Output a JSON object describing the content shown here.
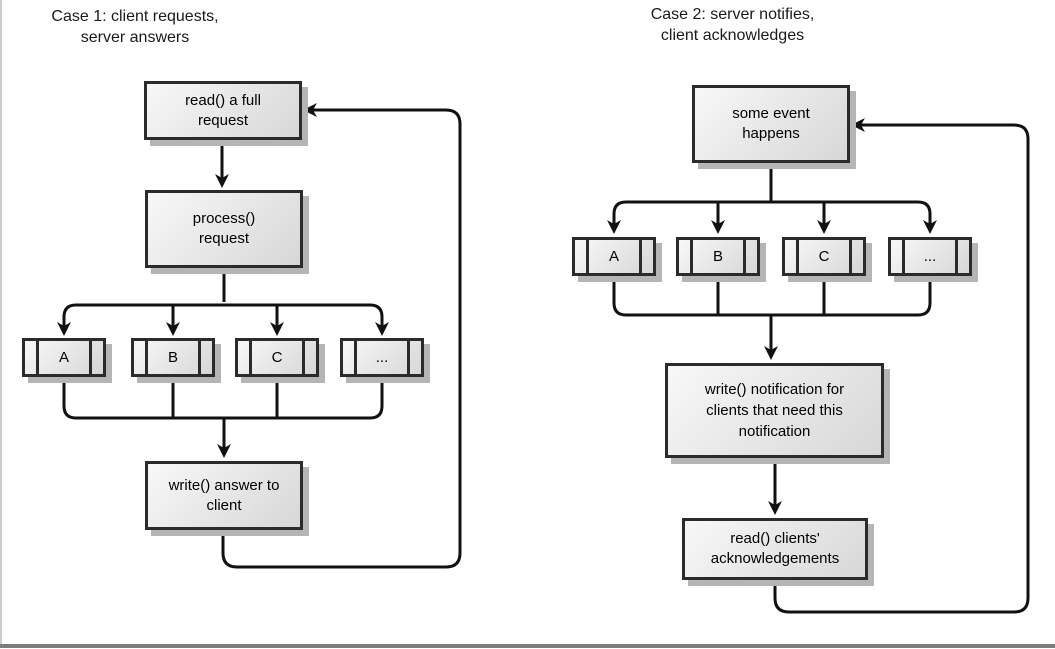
{
  "case1": {
    "title": [
      "Case 1: client requests,",
      "server answers"
    ],
    "read_box": [
      "read() a full",
      "request"
    ],
    "process_box": [
      "process()",
      "request"
    ],
    "handlers": [
      "A",
      "B",
      "C",
      "..."
    ],
    "write_box": [
      "write() answer to",
      "client"
    ]
  },
  "case2": {
    "title": [
      "Case 2: server notifies,",
      "client acknowledges"
    ],
    "event_box": [
      "some event",
      "happens"
    ],
    "handlers": [
      "A",
      "B",
      "C",
      "..."
    ],
    "write_box": [
      "write() notification for",
      "clients that need this",
      "notification"
    ],
    "read_box": [
      "read() clients'",
      "acknowledgements"
    ]
  },
  "colors": {
    "box_border": "#2b2b2b",
    "box_fill_light": "#f8f8f8",
    "box_fill_dark": "#d7d7d7",
    "box_shadow": "#b5b5b5",
    "connector_line": "#111111",
    "bottom_rule": "#7d7d7d",
    "left_rule": "#cccccc"
  }
}
